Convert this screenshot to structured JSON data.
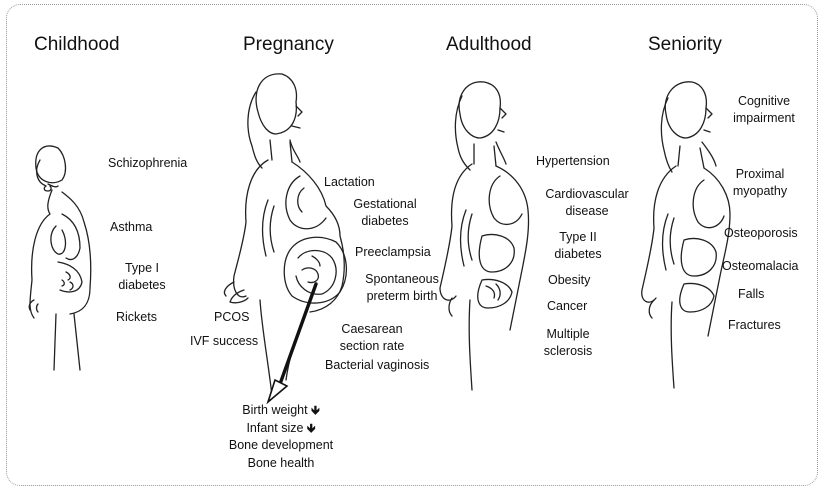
{
  "stages": {
    "childhood": {
      "title": "Childhood",
      "conditions": [
        "Schizophrenia",
        "Asthma",
        "Type I\ndiabetes",
        "Rickets"
      ]
    },
    "pregnancy": {
      "title": "Pregnancy",
      "conditions": [
        "Lactation",
        "Gestational\ndiabetes",
        "Preeclampsia",
        "Spontaneous\npreterm birth",
        "Caesarean\nsection rate",
        "Bacterial vaginosis"
      ],
      "left_conditions": [
        "PCOS",
        "IVF success"
      ]
    },
    "adulthood": {
      "title": "Adulthood",
      "conditions": [
        "Hypertension",
        "Cardiovascular\ndisease",
        "Type II\ndiabetes",
        "Obesity",
        "Cancer",
        "Multiple\nsclerosis"
      ]
    },
    "seniority": {
      "title": "Seniority",
      "conditions": [
        "Cognitive\nimpairment",
        "Proximal\nmyopathy",
        "Osteoporosis",
        "Osteomalacia",
        "Falls",
        "Fractures"
      ]
    }
  },
  "infant_outcomes": {
    "items": [
      "Birth weight",
      "Infant size",
      "Bone development",
      "Bone health"
    ],
    "decrease_symbol": "🡻"
  }
}
